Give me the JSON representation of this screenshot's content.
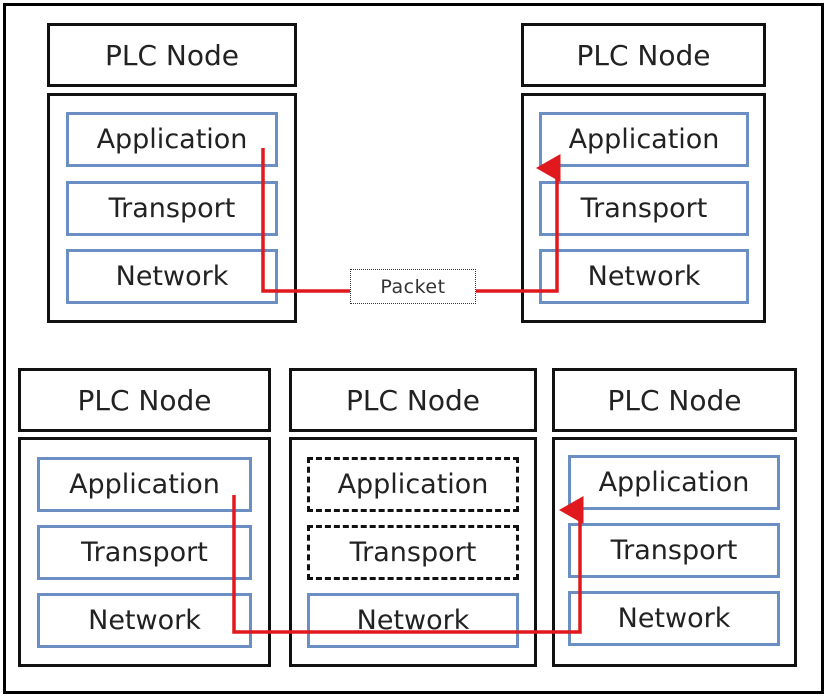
{
  "diagram": {
    "top_row": {
      "left_node": {
        "title": "PLC Node",
        "layers": [
          "Application",
          "Transport",
          "Network"
        ]
      },
      "right_node": {
        "title": "PLC Node",
        "layers": [
          "Application",
          "Transport",
          "Network"
        ]
      },
      "packet_label": "Packet"
    },
    "bottom_row": {
      "left_node": {
        "title": "PLC Node",
        "layers": [
          "Application",
          "Transport",
          "Network"
        ]
      },
      "relay_node": {
        "title": "PLC Node",
        "layers": [
          "Application",
          "Transport",
          "Network"
        ],
        "inactive_layers": [
          "Application",
          "Transport"
        ]
      },
      "right_node": {
        "title": "PLC Node",
        "layers": [
          "Application",
          "Transport",
          "Network"
        ]
      }
    },
    "colors": {
      "flow": "#e0191e",
      "layer_border": "#6b8fc3",
      "box_border": "#111111"
    }
  }
}
